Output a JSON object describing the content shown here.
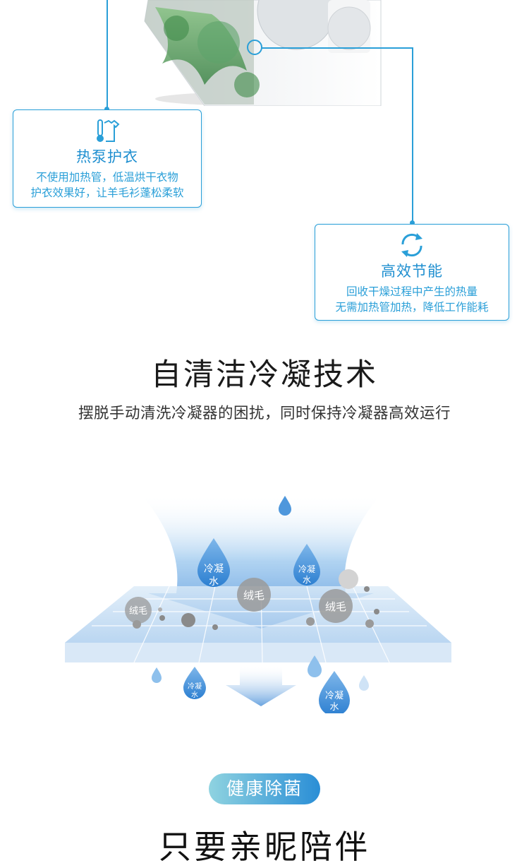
{
  "features": [
    {
      "title": "热泵护衣",
      "desc_lines": [
        "不使用加热管，低温烘干衣物",
        "护衣效果好，让羊毛衫蓬松柔软"
      ],
      "icon": "thermometer-shirt-icon"
    },
    {
      "title": "高效节能",
      "desc_lines": [
        "回收干燥过程中产生的热量",
        "无需加热管加热，降低工作能耗"
      ],
      "icon": "recycle-arrows-icon"
    }
  ],
  "section": {
    "title": "自清洁冷凝技术",
    "subtitle": "摆脱手动清洗冷凝器的困扰，同时保持冷凝器高效运行"
  },
  "illustration": {
    "drop_label_lines": [
      "冷凝",
      "水"
    ],
    "lint_label": "绒毛"
  },
  "badge": "健康除菌",
  "bottom_title": "只要亲昵陪伴",
  "colors": {
    "accent": "#2a9fd8",
    "drop": "#3c8fd6",
    "lint": "#9a9a9a"
  }
}
